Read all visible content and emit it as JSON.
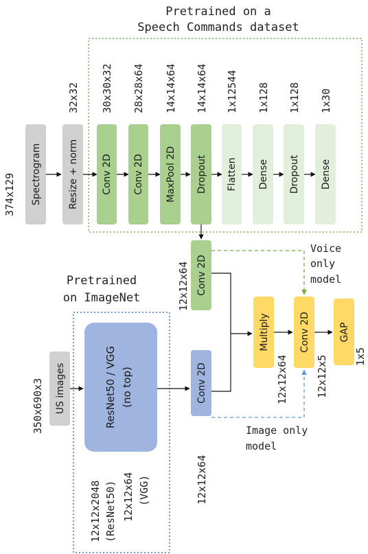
{
  "titles": {
    "speech_line1": "Pretrained on a",
    "speech_line2": "Speech Commands dataset",
    "imagenet_line1": "Pretrained",
    "imagenet_line2": "on ImageNet"
  },
  "blocks": {
    "spectrogram": "Spectrogram",
    "resize_norm": "Resize + norm",
    "conv2d_1": "Conv 2D",
    "conv2d_2": "Conv 2D",
    "maxpool": "MaxPool 2D",
    "dropout_1": "Dropout",
    "flatten": "Flatten",
    "dense_1": "Dense",
    "dropout_2": "Dropout",
    "dense_2": "Dense",
    "voice_conv": "Conv 2D",
    "us_images": "US images",
    "resnet_line1": "ResNet50 / VGG",
    "resnet_line2": "(no top)",
    "image_conv": "Conv 2D",
    "multiply": "Multiply",
    "fusion_conv": "Conv 2D",
    "gap": "GAP"
  },
  "dims": {
    "spectrogram_in": "374x129",
    "resize": "32x32",
    "conv1": "30x30x32",
    "conv2": "28x28x64",
    "maxpool": "14x14x64",
    "dropout1": "14x14x64",
    "flatten": "1x12544",
    "dense1": "1x128",
    "dropout2": "1x128",
    "dense2": "1x30",
    "voice_conv": "12x12x64",
    "us_in": "350x690x3",
    "resnet_out_1": "12x12x2048",
    "resnet_out_2": "(ResNet50)",
    "resnet_out_3": "12x12x64",
    "resnet_out_4": "(VGG)",
    "image_conv": "12x12x64",
    "multiply": "12x12x64",
    "fusion_conv": "12x12x5",
    "gap": "1x5"
  },
  "notes": {
    "voice_only_1": "Voice",
    "voice_only_2": "only",
    "voice_only_3": "model",
    "image_only_1": "Image only",
    "image_only_2": "model"
  },
  "colors": {
    "gray": "#d0d0d0",
    "green_dark": "#a9d08e",
    "green_light": "#e2efda",
    "blue": "#9fb4de",
    "yellow": "#ffd966",
    "green_dotted": "#70ad47",
    "blue_dotted": "#4472c4",
    "voice_arrow": "#70ad47",
    "image_arrow": "#5b9bd5"
  }
}
